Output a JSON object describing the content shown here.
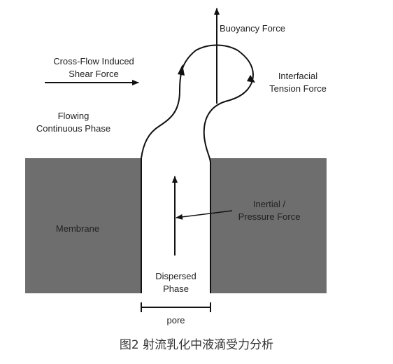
{
  "labels": {
    "buoyancy": "Buoyancy Force",
    "crossflow_line1": "Cross-Flow Induced",
    "crossflow_line2": "Shear Force",
    "interfacial_line1": "Interfacial",
    "interfacial_line2": "Tension Force",
    "flowing_line1": "Flowing",
    "flowing_line2": "Continuous Phase",
    "membrane": "Membrane",
    "inertial_line1": "Inertial /",
    "inertial_line2": "Pressure Force",
    "dispersed_line1": "Dispersed",
    "dispersed_line2": "Phase",
    "pore": "pore"
  },
  "caption": "图2 射流乳化中液滴受力分析",
  "colors": {
    "membrane": "#6e6e6e",
    "line": "#111111",
    "text": "#222222"
  }
}
